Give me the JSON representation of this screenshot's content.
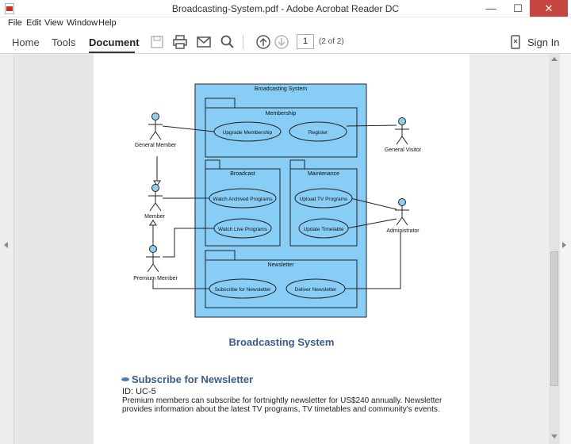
{
  "window": {
    "title": "Broadcasting-System.pdf - Adobe Acrobat Reader DC",
    "minimize": "—",
    "maximize": "☐",
    "close": "✕"
  },
  "menu": [
    "File",
    "Edit",
    "View",
    "Window",
    "Help"
  ],
  "toolbar": {
    "tabs": [
      "Home",
      "Tools",
      "Document"
    ],
    "active_tab": "Document",
    "page_number": "1",
    "page_count": "(2 of 2)",
    "sign_in": "Sign In",
    "icons": [
      "save-icon",
      "print-icon",
      "email-icon",
      "search-icon",
      "page-up-icon",
      "page-down-icon",
      "mobile-icon"
    ]
  },
  "diagram": {
    "system_title": "Broadcasting System",
    "packages": {
      "membership": "Membership",
      "broadcast": "Broadcast",
      "maintenance": "Maintenance",
      "newsletter": "Newsletter"
    },
    "use_cases": {
      "upgrade_membership": "Upgrade Membership",
      "register": "Register",
      "watch_archived": "Watch Archived Programs",
      "watch_live": "Watch Live Programs",
      "upload_tv": "Upload TV Programs",
      "update_timetable": "Update Timetable",
      "subscribe": "Subscribe for Newsletter",
      "deliver": "Deliver Newsletter"
    },
    "actors": {
      "general_member": "General Member",
      "member": "Member",
      "premium_member": "Premium Member",
      "general_visitor": "General Visitor",
      "administrator": "Administrator"
    },
    "colors": {
      "system_fill": "#87cdf5",
      "border": "#222222",
      "actor_head": "#8fd0f0"
    }
  },
  "document": {
    "caption": "Broadcasting System",
    "use_case_heading": "Subscribe for Newsletter",
    "use_case_id": "ID: UC-5",
    "use_case_description": "Premium members can subscribe for fortnightly newsletter for US$240 annually. Newsletter provides information about the latest TV programs, TV timetables and community's events."
  }
}
